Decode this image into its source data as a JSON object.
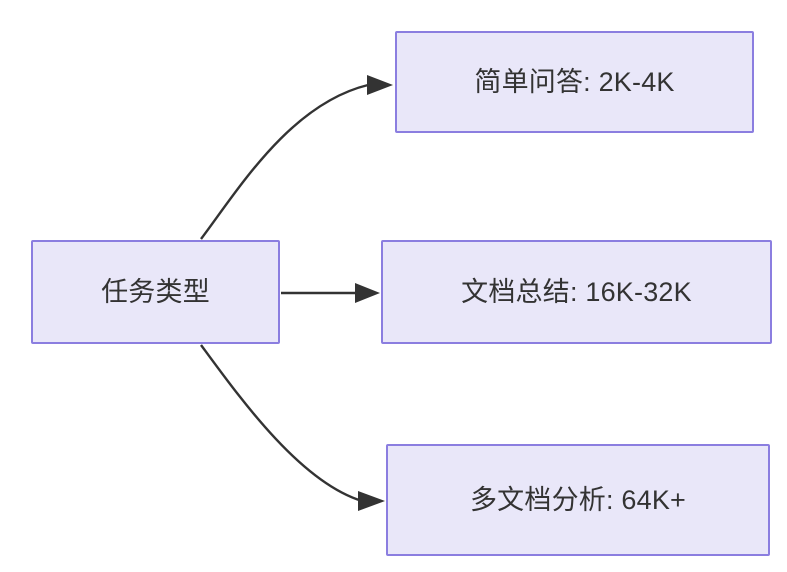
{
  "diagram": {
    "type": "flowchart",
    "direction": "left-to-right",
    "background_color": "#ffffff",
    "node_fill_color": "#e9e7f9",
    "node_border_color": "#8b7ee0",
    "node_text_color": "#333333",
    "edge_color": "#333333",
    "source": {
      "id": "node-source",
      "label": "任务类型"
    },
    "targets": [
      {
        "id": "node-simple-qa",
        "label": "简单问答: 2K-4K",
        "task": "简单问答",
        "range": "2K-4K"
      },
      {
        "id": "node-doc-summary",
        "label": "文档总结: 16K-32K",
        "task": "文档总结",
        "range": "16K-32K"
      },
      {
        "id": "node-multidoc",
        "label": "多文档分析: 64K+",
        "task": "多文档分析",
        "range": "64K+"
      }
    ],
    "edges": [
      {
        "id": "edge-to-simple-qa",
        "from": "任务类型",
        "to": "简单问答: 2K-4K",
        "style": "curved-arrow"
      },
      {
        "id": "edge-to-doc-summary",
        "from": "任务类型",
        "to": "文档总结: 16K-32K",
        "style": "straight-arrow"
      },
      {
        "id": "edge-to-multidoc",
        "from": "任务类型",
        "to": "多文档分析: 64K+",
        "style": "curved-arrow"
      }
    ]
  }
}
